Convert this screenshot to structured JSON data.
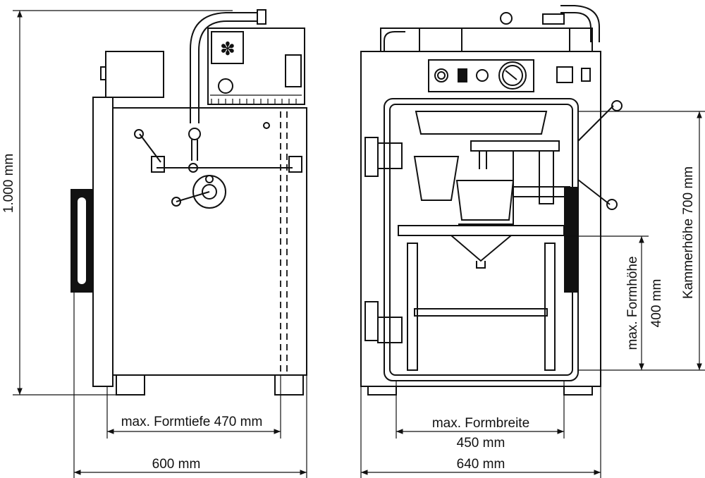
{
  "dimensions": {
    "total_height": "1.000 mm",
    "max_form_depth": "max. Formtiefe 470 mm",
    "side_width": "600 mm",
    "max_form_width_label": "max. Formbreite",
    "max_form_width_value": "450 mm",
    "front_width": "640 mm",
    "max_form_height_label": "max. Formhöhe",
    "max_form_height_value": "400 mm",
    "chamber_height": "Kammerhöhe 700 mm"
  },
  "colors": {
    "line": "#111111",
    "background": "#ffffff"
  }
}
